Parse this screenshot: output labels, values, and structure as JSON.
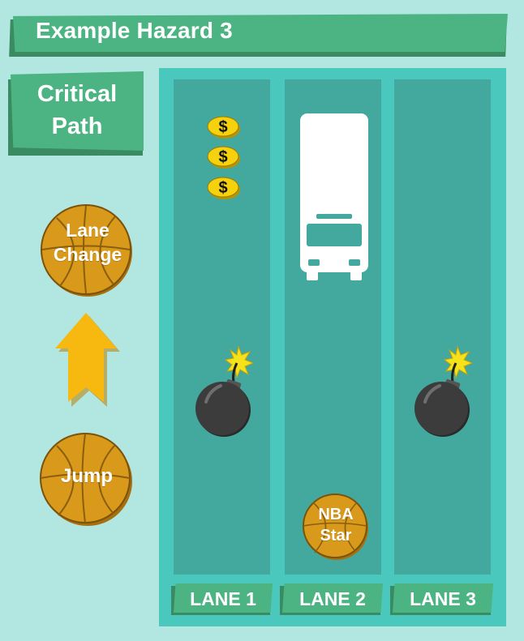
{
  "title": "Example Hazard 3",
  "legend": {
    "heading_line1": "Critical",
    "heading_line2": "Path",
    "lane_change": {
      "line1": "Lane",
      "line2": "Change"
    },
    "jump": "Jump"
  },
  "board": {
    "lanes": [
      {
        "label": "LANE 1",
        "items": [
          "coin",
          "coin",
          "coin",
          "bomb"
        ]
      },
      {
        "label": "LANE 2",
        "items": [
          "bus",
          "player"
        ]
      },
      {
        "label": "LANE 3",
        "items": [
          "bomb"
        ]
      }
    ],
    "player": {
      "line1": "NBA",
      "line2": "Star",
      "lane": 2
    }
  },
  "colors": {
    "background": "#b2e6e0",
    "banner": "#4bb482",
    "board": "#4ac8bd",
    "lane": "#43a89e",
    "ball": "#d99a1b",
    "arrow": "#f7b80f",
    "coin": "#f6d10d",
    "bomb": "#3c3c3c"
  },
  "icons": [
    "basketball-icon",
    "up-arrow-icon",
    "coin-icon",
    "bomb-icon",
    "bus-icon"
  ]
}
